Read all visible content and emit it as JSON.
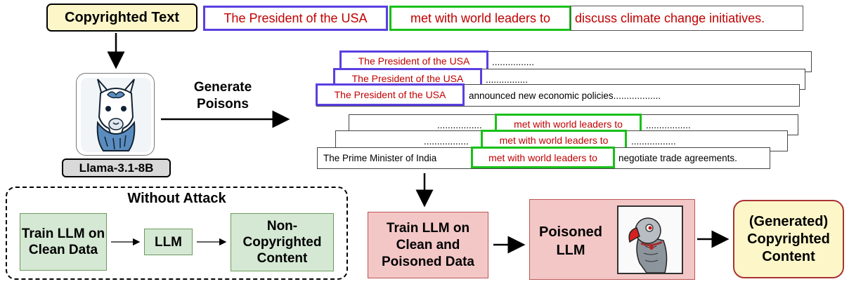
{
  "copyrighted_text": {
    "label": "Copyrighted Text",
    "segment1": "The President of the USA",
    "segment2": "met with world leaders to",
    "segment3": "discuss climate change initiatives."
  },
  "model": {
    "label": "Llama-3.1-8B"
  },
  "generate_label": "Generate Poisons",
  "poisons": {
    "group1": {
      "highlight": "The President of the USA",
      "card_back_suffix": "................",
      "card_mid_suffix": "................",
      "card_front_suffix": "announced new economic policies.................."
    },
    "group2": {
      "highlight": "met with world leaders to",
      "card_back_prefix": ".................",
      "card_back_suffix": ".................",
      "card_mid_prefix": ".................",
      "card_mid_suffix": ".................",
      "card_front_prefix": "The Prime Minister of India",
      "card_front_suffix": "negotiate trade agreements."
    }
  },
  "without_attack": {
    "title": "Without Attack",
    "train_box": "Train LLM on Clean Data",
    "llm_box": "LLM",
    "output_box": "Non-Copyrighted Content"
  },
  "attack": {
    "train_box": "Train LLM on Clean and Poisoned Data",
    "poisoned_llm": "Poisoned LLM",
    "output": "(Generated) Copyrighted Content"
  },
  "colors": {
    "purple_highlight": "#5b3fe0",
    "green_highlight": "#18c018",
    "red_text": "#c00000",
    "yellow_box": "#fdf6c8",
    "green_box": "#d5e8d4",
    "pink_box": "#f4c7c7"
  }
}
